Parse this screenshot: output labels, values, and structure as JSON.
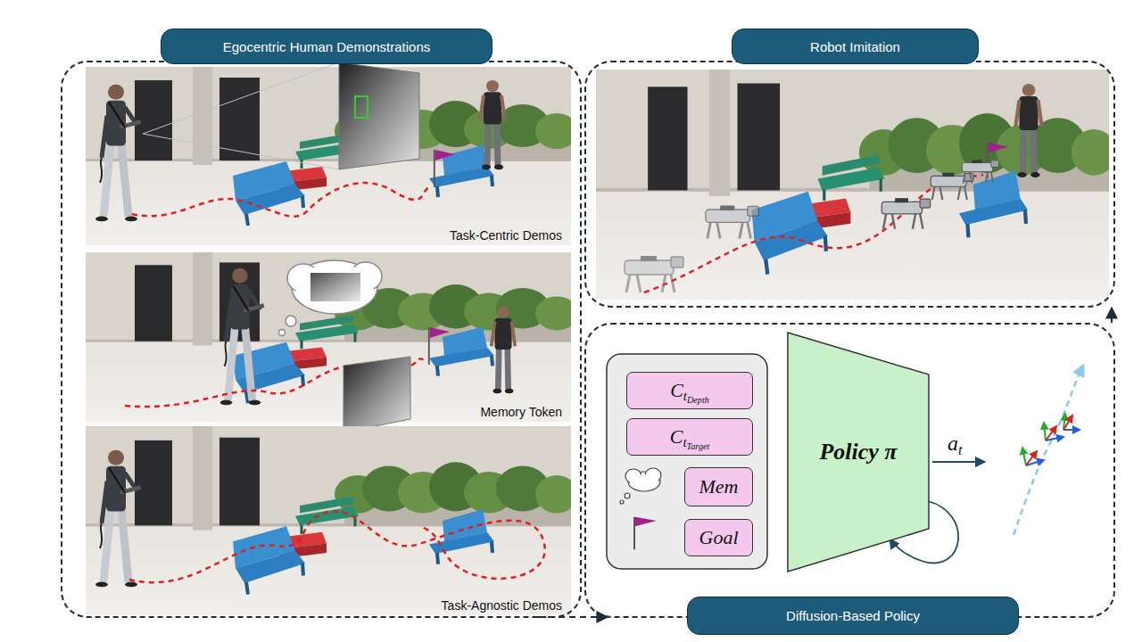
{
  "diagram": {
    "nodes": [
      {
        "text": [
          "Egocentric Human Demonstrations"
        ]
      },
      {
        "text": [
          "Task-Centric Demos"
        ],
        "in": 0
      },
      {
        "text": [
          "Memory Token"
        ],
        "in": 0
      },
      {
        "text": [
          "Task-Agnostic Demos"
        ],
        "in": 0
      },
      {
        "text": [
          "Robot Imitation"
        ]
      },
      {
        "text": [
          "Diffusion-Based Policy"
        ]
      },
      {
        "text": [
          "CtDepth"
        ],
        "in": 5
      },
      {
        "text": [
          "CtTarget"
        ],
        "in": 5
      },
      {
        "text": [
          "Mem"
        ],
        "in": 5
      },
      {
        "text": [
          "Goal"
        ],
        "in": 5
      },
      {
        "text": [
          "Policy π"
        ],
        "in": 5
      }
    ],
    "edges": [
      {
        "from": 0,
        "to": 5,
        "arrow": "to"
      },
      {
        "from": 5,
        "to": 4,
        "arrow": "to"
      }
    ],
    "labels": [
      "at"
    ]
  }
}
